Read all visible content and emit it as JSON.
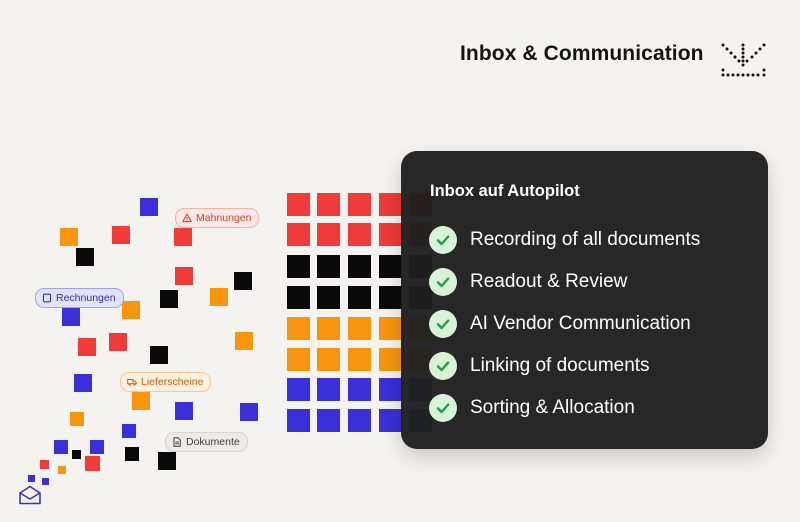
{
  "header": {
    "title": "Inbox & Communication",
    "logo_icon": "dotted-arrow-logo"
  },
  "tags": [
    {
      "label": "Mahnungen",
      "icon": "warning-icon",
      "color": "#e23b2e",
      "bg": "#fde8e5",
      "border": "#f5b3ab"
    },
    {
      "label": "Rechnungen",
      "icon": "receipt-icon",
      "color": "#2b2fb8",
      "bg": "#e1e3fb",
      "border": "#9ea3ee"
    },
    {
      "label": "Lieferscheine",
      "icon": "truck-icon",
      "color": "#c9610b",
      "bg": "#fdf0df",
      "border": "#f7c98f"
    },
    {
      "label": "Dokumente",
      "icon": "document-icon",
      "color": "#3d3d3d",
      "bg": "#ecebe7",
      "border": "#d6d4cf"
    }
  ],
  "panel": {
    "title": "Inbox auf Autopilot",
    "features": [
      {
        "label": "Recording of all documents",
        "icon": "check-icon"
      },
      {
        "label": "Readout & Review",
        "icon": "check-icon"
      },
      {
        "label": "AI Vendor Communication",
        "icon": "check-icon"
      },
      {
        "label": "Linking of documents",
        "icon": "check-icon"
      },
      {
        "label": "Sorting & Allocation",
        "icon": "check-icon"
      }
    ]
  },
  "colors": {
    "red": "#ef3b39",
    "blue": "#3a2fd8",
    "black": "#0a0a0a",
    "orange": "#f7950f",
    "check": "#1aa34a",
    "background": "#f4f3ef"
  },
  "footer_icon": "mail-icon"
}
